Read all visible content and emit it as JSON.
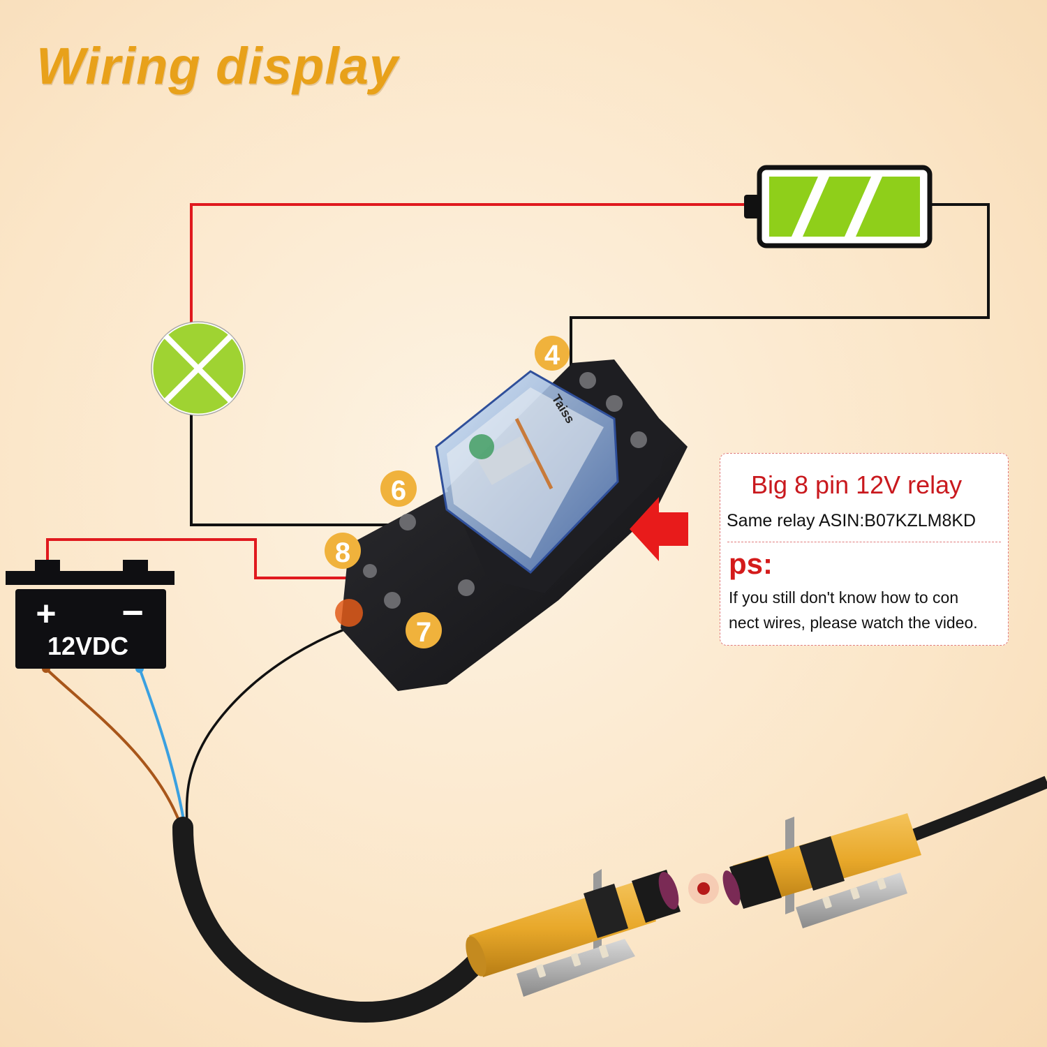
{
  "title": "Wiring display",
  "battery_label": "12VDC",
  "battery_plus": "+",
  "battery_minus": "−",
  "pins": {
    "pin4": "4",
    "pin6": "6",
    "pin7": "7",
    "pin8": "8"
  },
  "relay_brand": "Taiss",
  "info_box": {
    "title": "Big 8 pin 12V relay",
    "asin": "Same relay ASIN:B07KZLM8KD",
    "ps": "ps:",
    "note_line1": "If you still don't know how to con",
    "note_line2": "nect wires, please watch the video."
  },
  "colors": {
    "accent_title": "#e8a11a",
    "wire_red": "#e0191e",
    "wire_black": "#111111",
    "wire_brown": "#a8561a",
    "wire_blue": "#3aa0e0",
    "battery_fill": "#8fcf1a",
    "badge": "#f0b23c"
  },
  "icons": [
    "battery-indicator-icon",
    "lamp-icon",
    "car-battery-icon",
    "red-arrow-icon",
    "relay-image",
    "sensor-image"
  ]
}
